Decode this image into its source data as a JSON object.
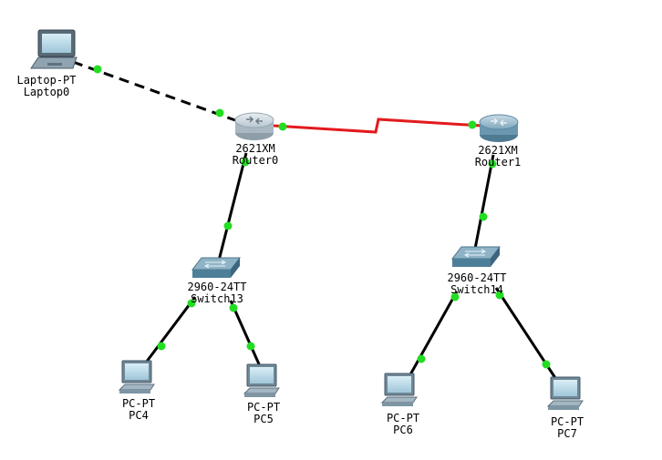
{
  "devices": {
    "laptop0": {
      "model": "Laptop-PT",
      "name": "Laptop0"
    },
    "router0": {
      "model": "2621XM",
      "name": "Router0"
    },
    "router1": {
      "model": "2621XM",
      "name": "Router1"
    },
    "switch13": {
      "model": "2960-24TT",
      "name": "Switch13"
    },
    "switch14": {
      "model": "2960-24TT",
      "name": "Switch14"
    },
    "pc4": {
      "model": "PC-PT",
      "name": "PC4"
    },
    "pc5": {
      "model": "PC-PT",
      "name": "PC5"
    },
    "pc6": {
      "model": "PC-PT",
      "name": "PC6"
    },
    "pc7": {
      "model": "PC-PT",
      "name": "PC7"
    }
  },
  "links": [
    {
      "from": "laptop0",
      "to": "router0",
      "type": "console",
      "color": "#000000"
    },
    {
      "from": "router0",
      "to": "router1",
      "type": "serial",
      "color": "#e31a1c"
    },
    {
      "from": "router0",
      "to": "switch13",
      "type": "copper",
      "color": "#000000"
    },
    {
      "from": "router1",
      "to": "switch14",
      "type": "copper",
      "color": "#000000"
    },
    {
      "from": "switch13",
      "to": "pc4",
      "type": "copper",
      "color": "#000000"
    },
    {
      "from": "switch13",
      "to": "pc5",
      "type": "copper",
      "color": "#000000"
    },
    {
      "from": "switch14",
      "to": "pc6",
      "type": "copper",
      "color": "#000000"
    },
    {
      "from": "switch14",
      "to": "pc7",
      "type": "copper",
      "color": "#000000"
    }
  ],
  "colors": {
    "link_up": "#22dd22",
    "serial": "#e31a1c",
    "device_body": "#5a8fa8"
  }
}
